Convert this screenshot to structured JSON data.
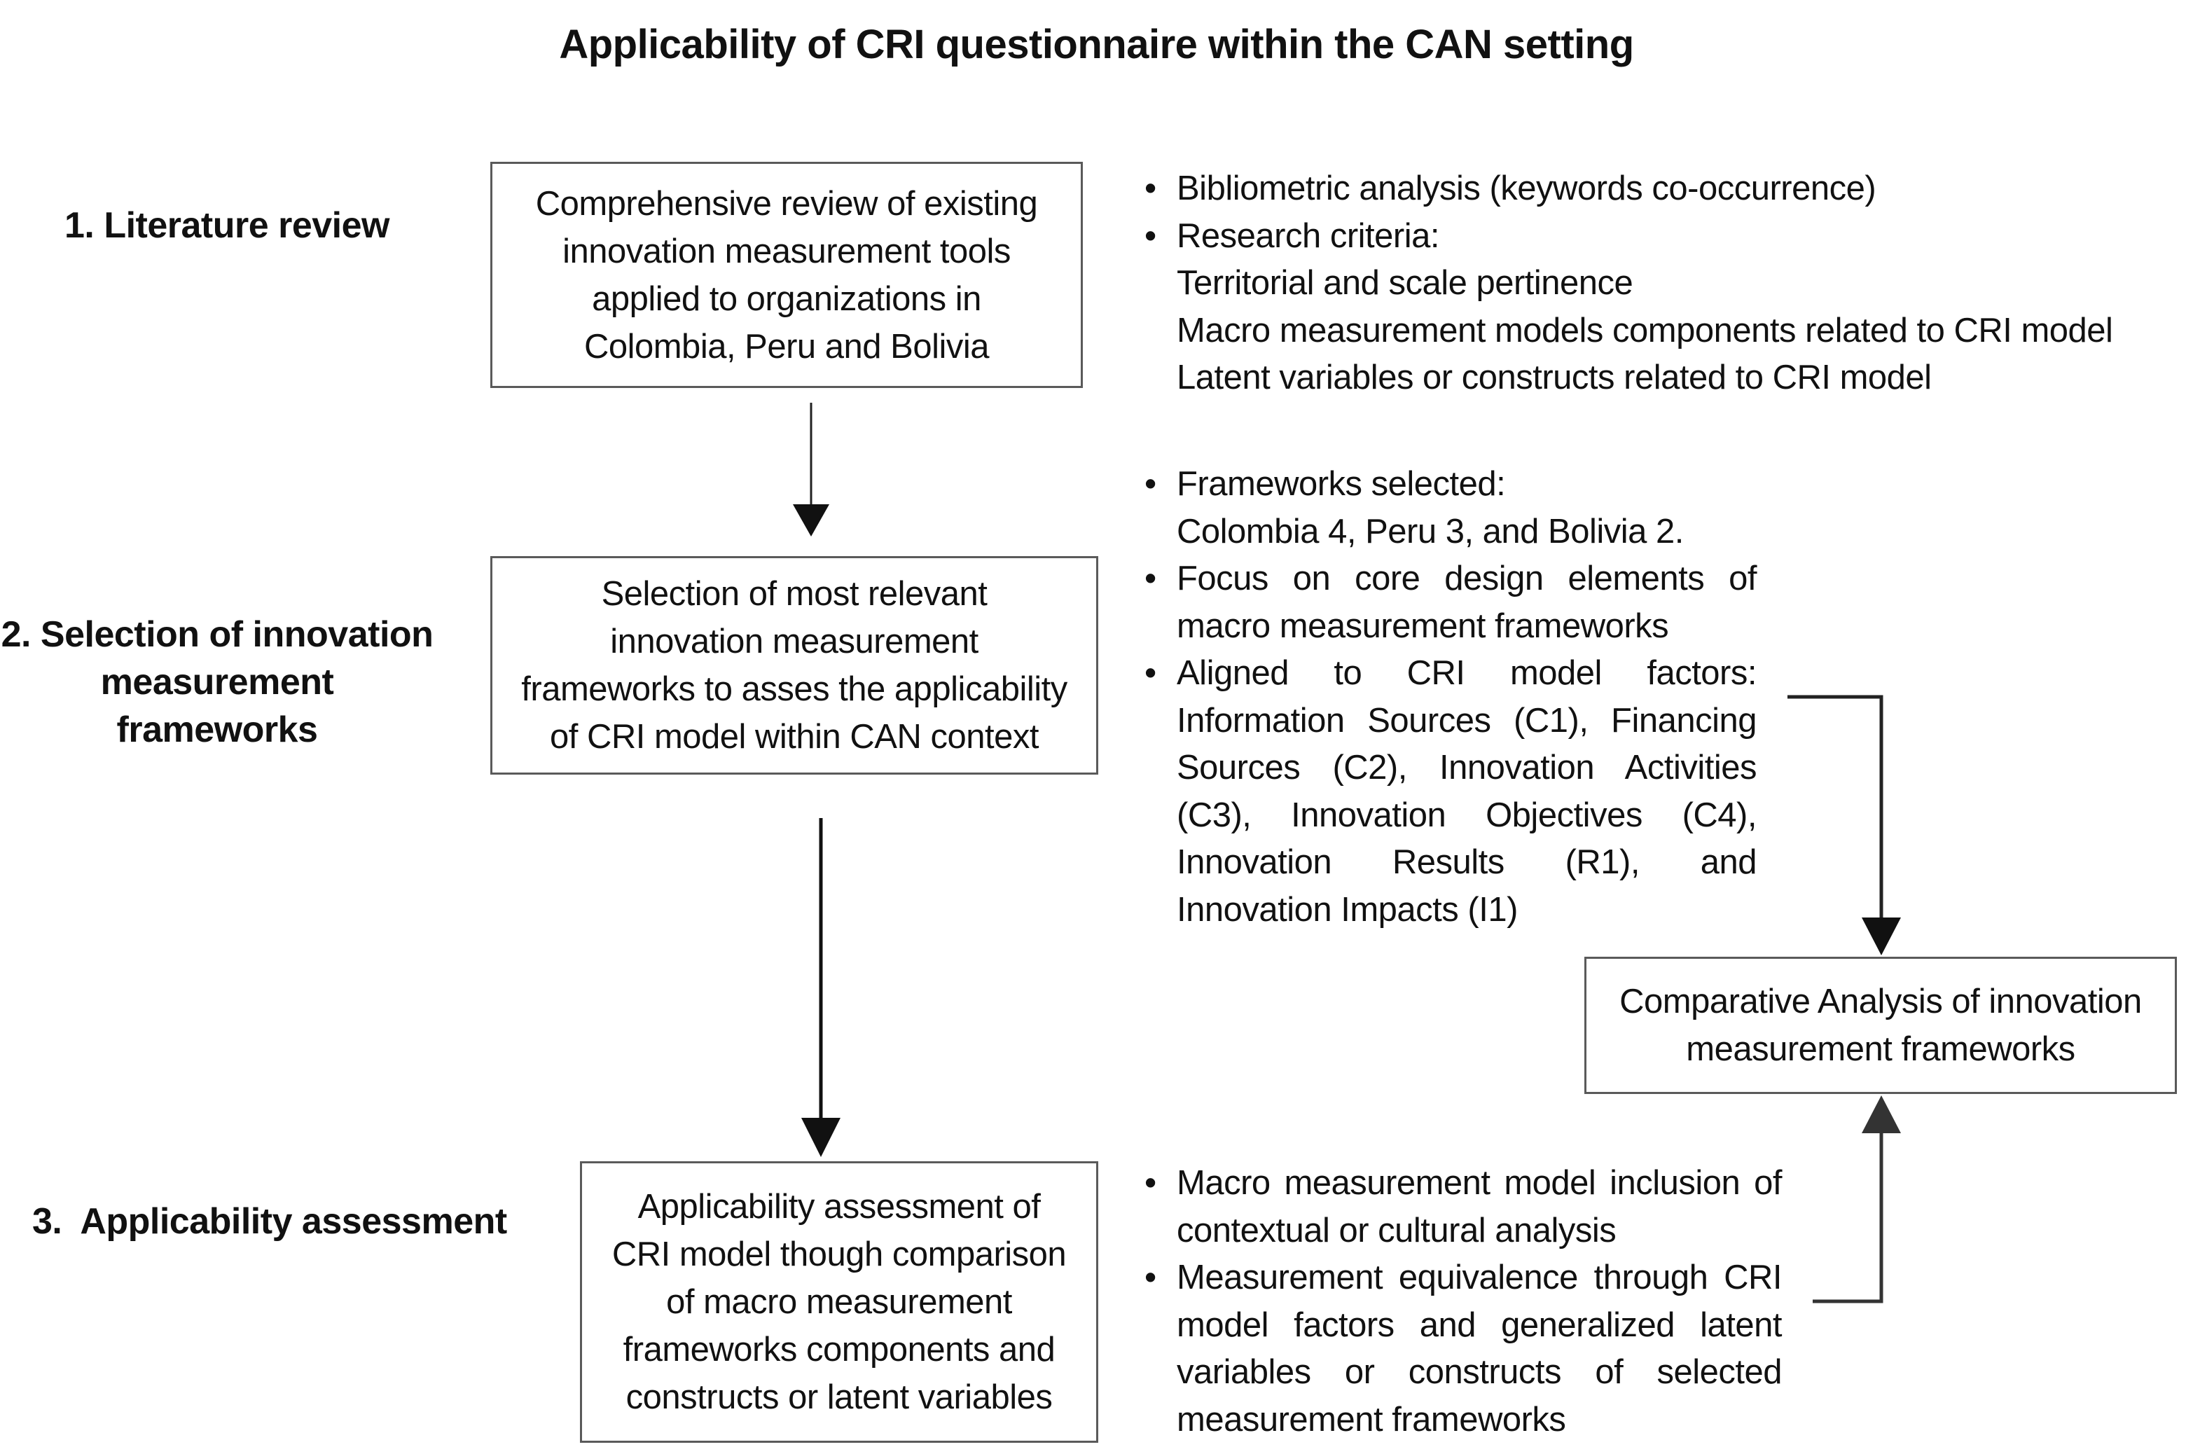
{
  "title": "Applicability of CRI questionnaire within the CAN setting",
  "steps": {
    "literature_review": "1. Literature review",
    "selection": "2. Selection of innovation\nmeasurement\nframeworks",
    "assessment": "3.  Applicability assessment"
  },
  "boxes": {
    "review": "Comprehensive review of existing\ninnovation measurement tools\napplied to organizations in\nColombia, Peru and Bolivia",
    "selection": "Selection of most relevant\ninnovation measurement\nframeworks to asses the applicability\nof CRI model within CAN context",
    "assessment": "Applicability assessment of\nCRI model though comparison\nof macro measurement\nframeworks components and\nconstructs or latent variables",
    "comparative": "Comparative Analysis of innovation\nmeasurement frameworks"
  },
  "notes": {
    "review": {
      "item1": "Bibliometric analysis (keywords co-occurrence)",
      "item2_head": "Research criteria:",
      "item2_sub": "Territorial and scale pertinence\nMacro measurement models components related to CRI model\nLatent variables or constructs related to CRI model"
    },
    "selection": {
      "item1_head": "Frameworks selected:",
      "item1_sub": "Colombia 4, Peru 3, and Bolivia 2.",
      "item2": "Focus on core design elements of macro measurement frameworks",
      "item3": "Aligned to CRI model factors: Information Sources (C1), Financing Sources (C2), Innovation Activities (C3), Innovation Objectives (C4), Innovation Results (R1), and Innovation Impacts (I1)"
    },
    "assessment": {
      "item1": "Macro measurement model inclusion of contextual or cultural analysis",
      "item2": "Measurement equivalence through CRI model factors and generalized latent variables or constructs of selected measurement frameworks"
    }
  },
  "bullet_glyph": "•"
}
